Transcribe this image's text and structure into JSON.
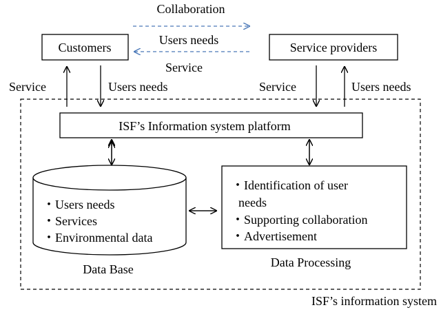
{
  "top_flow": {
    "collaboration": "Collaboration",
    "users_needs": "Users needs",
    "service": "Service"
  },
  "customers": {
    "label": "Customers"
  },
  "service_providers": {
    "label": "Service providers"
  },
  "left_arrows": {
    "service": "Service",
    "users_needs": "Users needs"
  },
  "right_arrows": {
    "service": "Service",
    "users_needs": "Users needs"
  },
  "platform": {
    "label": "ISF’s Information system platform"
  },
  "database": {
    "items": [
      "・Users needs",
      "・Services",
      "・Environmental data"
    ],
    "caption": "Data Base"
  },
  "processing": {
    "items": [
      "・Identification of user",
      "needs",
      "・Supporting collaboration",
      "・Advertisement"
    ],
    "caption": "Data Processing"
  },
  "system": {
    "caption": "ISF’s information system"
  },
  "colors": {
    "flow_arrow": "#4a78b8",
    "stroke": "#000000",
    "background": "#ffffff"
  }
}
